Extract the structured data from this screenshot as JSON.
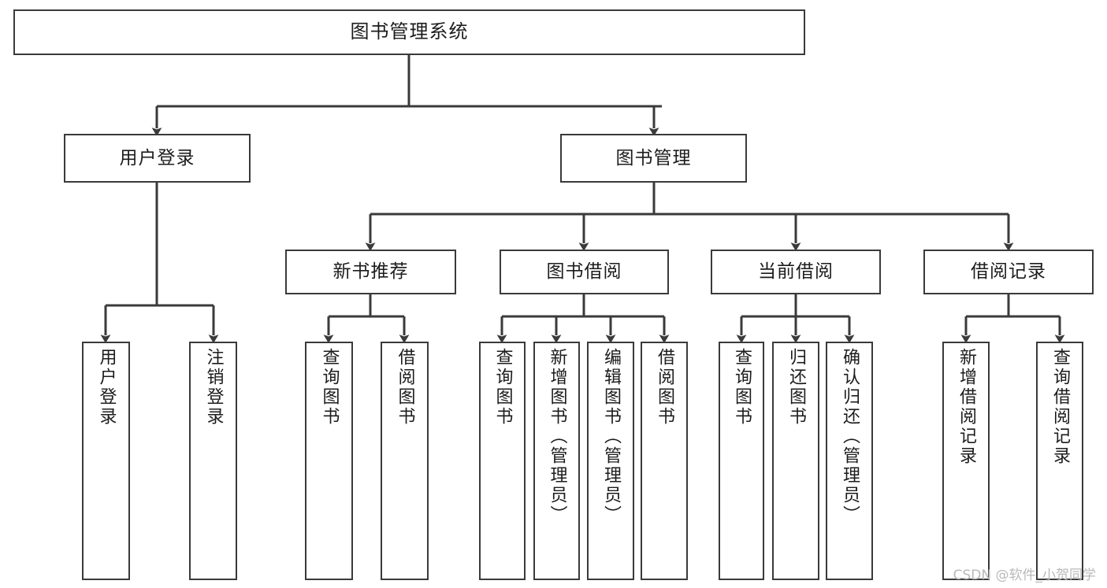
{
  "diagram": {
    "title": "图书管理系统",
    "watermark": "CSDN @软件_小贺同学",
    "line_color": "#3a3a3a",
    "box_fill": "#ffffff",
    "text_color": "#1c1c1c",
    "watermark_color": "#b9b9b9",
    "root": {
      "label": "图书管理系统"
    },
    "level2": [
      {
        "label": "用户登录"
      },
      {
        "label": "图书管理"
      }
    ],
    "level3": [
      {
        "label": "新书推荐"
      },
      {
        "label": "图书借阅"
      },
      {
        "label": "当前借阅"
      },
      {
        "label": "借阅记录"
      }
    ],
    "leaves": [
      {
        "label": "用户登录",
        "parent": "用户登录"
      },
      {
        "label": "注销登录",
        "parent": "用户登录"
      },
      {
        "label": "查询图书",
        "parent": "新书推荐"
      },
      {
        "label": "借阅图书",
        "parent": "新书推荐"
      },
      {
        "label": "查询图书",
        "parent": "图书借阅"
      },
      {
        "label": "新增图书（管理员）",
        "parent": "图书借阅"
      },
      {
        "label": "编辑图书（管理员）",
        "parent": "图书借阅"
      },
      {
        "label": "借阅图书",
        "parent": "图书借阅"
      },
      {
        "label": "查询图书",
        "parent": "当前借阅"
      },
      {
        "label": "归还图书",
        "parent": "当前借阅"
      },
      {
        "label": "确认归还（管理员）",
        "parent": "当前借阅"
      },
      {
        "label": "新增借阅记录",
        "parent": "借阅记录"
      },
      {
        "label": "查询借阅记录",
        "parent": "借阅记录"
      }
    ]
  }
}
